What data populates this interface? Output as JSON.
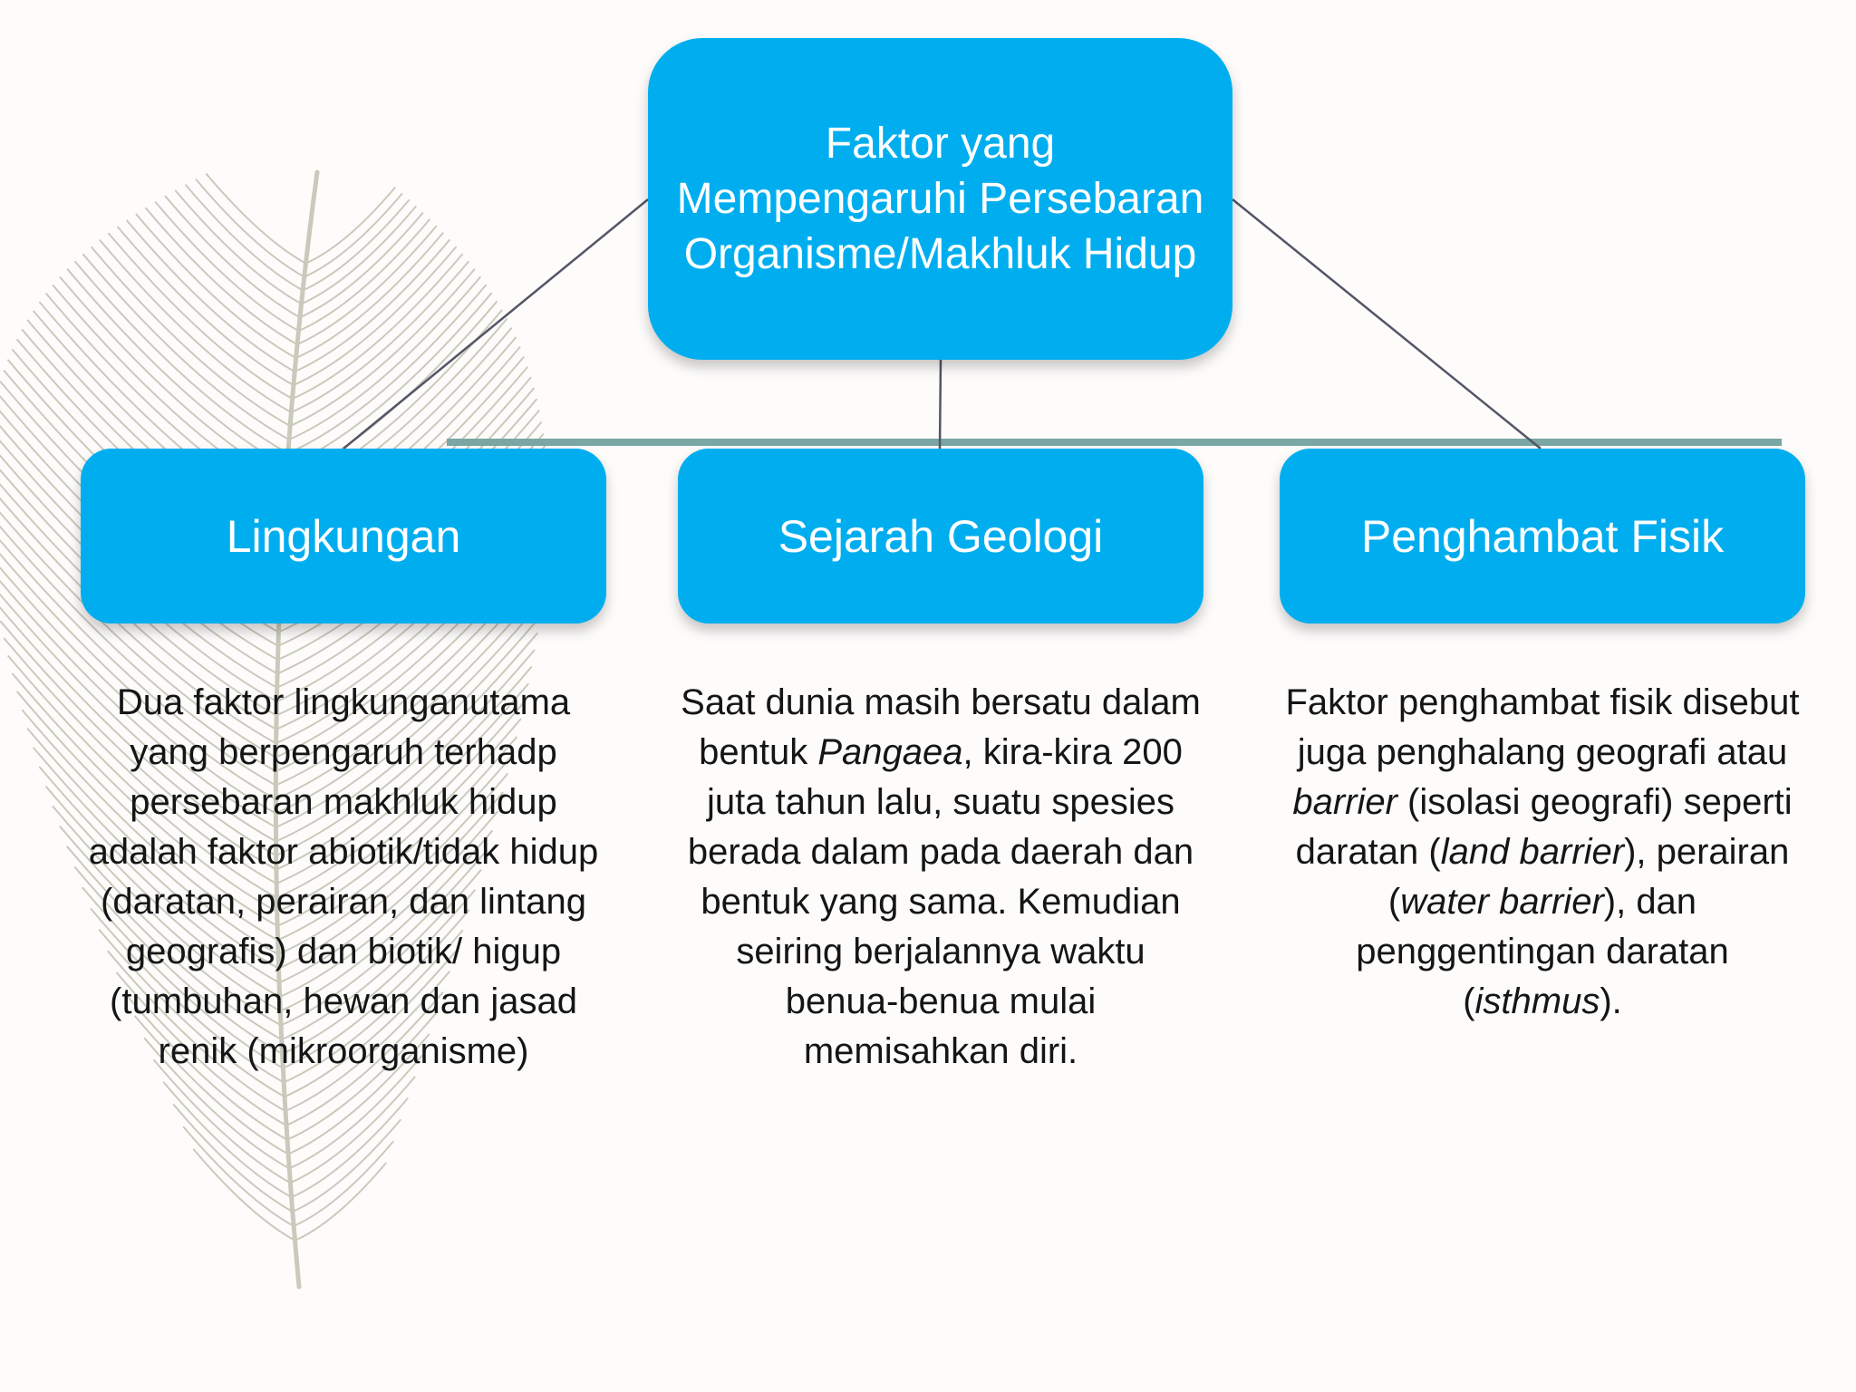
{
  "diagram": {
    "root": {
      "title": "Faktor yang Mempengaruhi Persebaran Organisme/Makhluk Hidup"
    },
    "branches": [
      {
        "title": "Lingkungan",
        "description": [
          {
            "text": "Dua faktor lingkunganutama yang berpengaruh terhadp persebaran makhluk hidup adalah faktor abiotik/tidak hidup (daratan, perairan, dan lintang geografis) dan biotik/ higup (tumbuhan, hewan dan jasad renik (mikroorganisme)"
          }
        ]
      },
      {
        "title": "Sejarah Geologi",
        "description": [
          {
            "text": "Saat dunia masih bersatu dalam bentuk "
          },
          {
            "text": "Pangaea",
            "italic": true
          },
          {
            "text": ", kira-kira 200 juta tahun lalu, suatu spesies berada dalam pada daerah dan bentuk yang sama. Kemudian seiring berjalannya waktu benua-benua mulai memisahkan diri."
          }
        ]
      },
      {
        "title": "Penghambat Fisik",
        "description": [
          {
            "text": "Faktor penghambat fisik disebut juga penghalang geografi atau "
          },
          {
            "text": "barrier",
            "italic": true
          },
          {
            "text": " (isolasi geografi) seperti daratan ("
          },
          {
            "text": "land barrier",
            "italic": true
          },
          {
            "text": "), perairan ("
          },
          {
            "text": "water barrier",
            "italic": true
          },
          {
            "text": "), dan penggentingan daratan ("
          },
          {
            "text": "isthmus",
            "italic": true
          },
          {
            "text": ")."
          }
        ]
      }
    ],
    "colors": {
      "box_fill": "#00aeef",
      "box_text": "#ffffff",
      "connector": "#555566",
      "bar": "#7aa6a4",
      "feather": "#c9cabb",
      "background": "#fdfcfb"
    }
  }
}
